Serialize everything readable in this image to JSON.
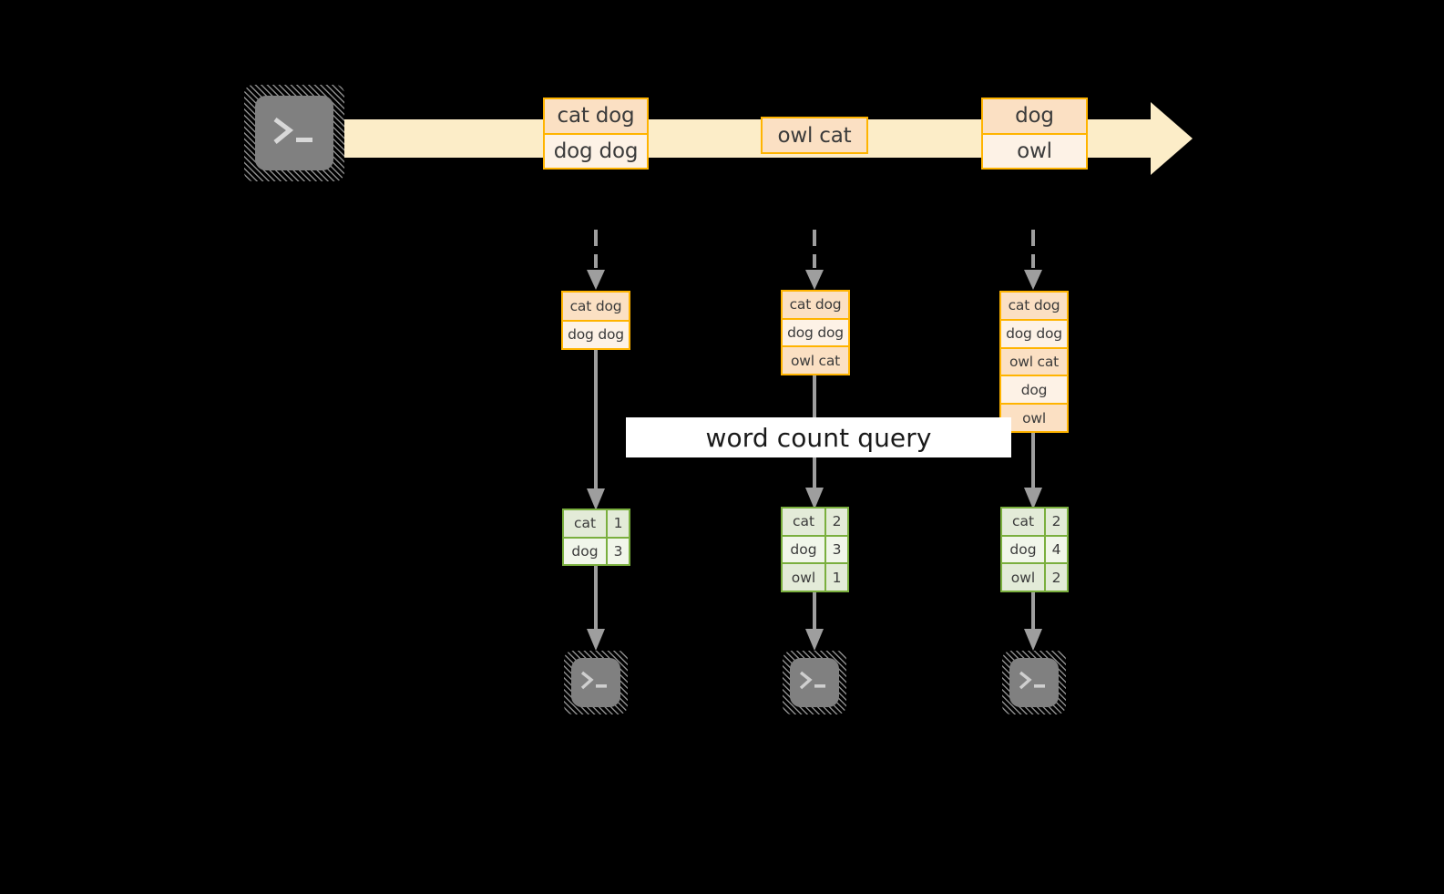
{
  "diagram": {
    "title_label": "word count query",
    "colors": {
      "stream_fill": "#fcedc8",
      "record_border": "#ffb400",
      "record_fill_dark": "#fbe0c3",
      "record_fill_light": "#fdf2e6",
      "table_border": "#7aaf3e",
      "table_fill_dark": "#e3ebd8",
      "table_fill_light": "#f1f6ea",
      "connector": "#9e9e9e",
      "terminal_face": "#808080",
      "background": "#000000"
    },
    "producer": {
      "icon": "terminal-icon",
      "glyph": "prompt-caret-underscore"
    },
    "stream": {
      "name": "input-stream-arrow",
      "events": [
        {
          "lines": [
            "cat dog",
            "dog dog"
          ]
        },
        {
          "lines": [
            "owl cat"
          ]
        },
        {
          "lines": [
            "dog",
            "owl"
          ]
        }
      ]
    },
    "snapshots": [
      {
        "name": "stream-snapshot-1",
        "rows": [
          "cat dog",
          "dog dog"
        ]
      },
      {
        "name": "stream-snapshot-2",
        "rows": [
          "cat dog",
          "dog dog",
          "owl cat"
        ]
      },
      {
        "name": "stream-snapshot-3",
        "rows": [
          "cat dog",
          "dog dog",
          "owl cat",
          "dog",
          "owl"
        ]
      }
    ],
    "results": [
      {
        "name": "word-count-result-1",
        "rows": [
          {
            "word": "cat",
            "count": "1"
          },
          {
            "word": "dog",
            "count": "3"
          }
        ]
      },
      {
        "name": "word-count-result-2",
        "rows": [
          {
            "word": "cat",
            "count": "2"
          },
          {
            "word": "dog",
            "count": "3"
          },
          {
            "word": "owl",
            "count": "1"
          }
        ]
      },
      {
        "name": "word-count-result-3",
        "rows": [
          {
            "word": "cat",
            "count": "2"
          },
          {
            "word": "dog",
            "count": "4"
          },
          {
            "word": "owl",
            "count": "2"
          }
        ]
      }
    ],
    "consumers": [
      {
        "icon": "terminal-icon",
        "glyph": "prompt-caret-underscore"
      },
      {
        "icon": "terminal-icon",
        "glyph": "prompt-caret-underscore"
      },
      {
        "icon": "terminal-icon",
        "glyph": "prompt-caret-underscore"
      }
    ]
  }
}
